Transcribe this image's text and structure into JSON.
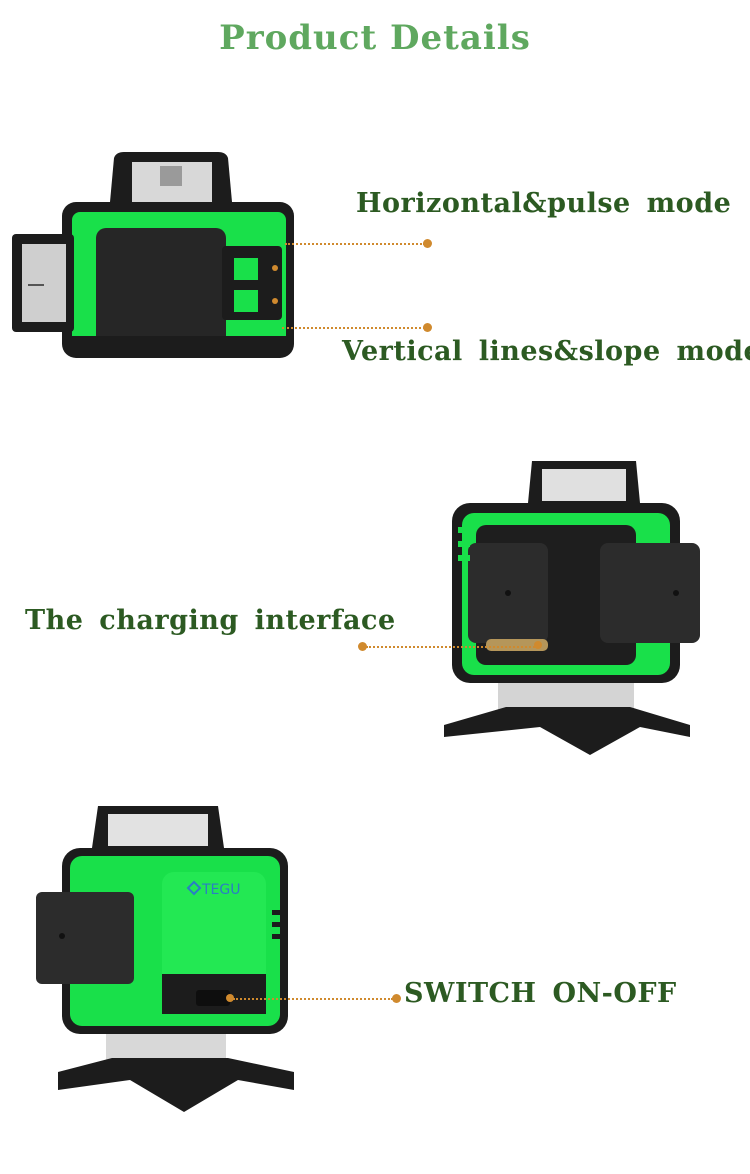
{
  "page": {
    "title": "Product Details"
  },
  "callouts": {
    "horizontal": "Horizontal&pulse mode",
    "vertical": "Vertical lines&slope mode",
    "charging": "The charging interface",
    "switch": "SWITCH ON-OFF"
  },
  "brand": {
    "logo_text": "TEGU"
  },
  "colors": {
    "title": "#5fa85f",
    "label": "#2c5a22",
    "leader": "#d08a2e",
    "device_green": "#19e04a",
    "device_black": "#1c1c1c"
  }
}
